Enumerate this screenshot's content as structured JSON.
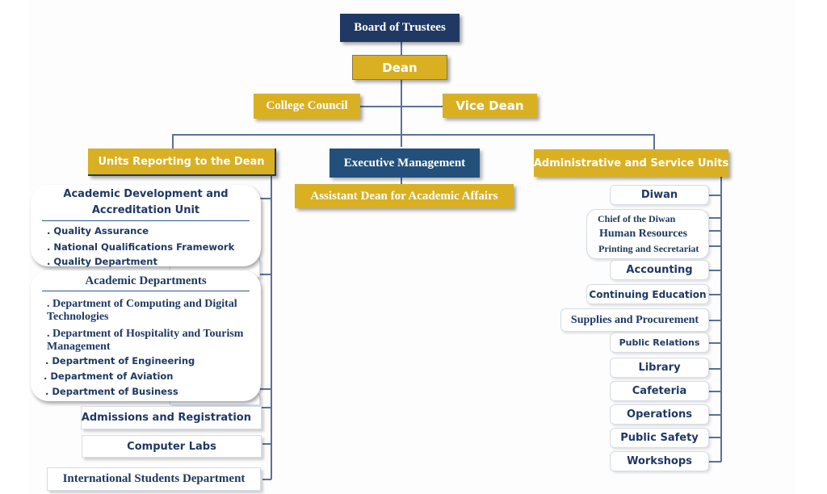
{
  "chart": {
    "top": {
      "board": "Board of Trustees",
      "dean": "Dean",
      "college_council": "College Council",
      "vice_dean": "Vice Dean"
    },
    "branches": {
      "units_reporting": "Units Reporting to the Dean",
      "executive_management": "Executive Management",
      "assistant_dean": "Assistant Dean for Academic Affairs",
      "admin_service_units": "Administrative and Service Units"
    },
    "left_column": {
      "accreditation_unit": {
        "title_line1": "Academic Development and",
        "title_line2": "Accreditation Unit",
        "items": [
          ". Quality Assurance",
          ". National Qualifications Framework",
          ". Quality Department"
        ]
      },
      "academic_departments": {
        "title": "Academic Departments",
        "items": [
          ". Department of Computing and Digital Technologies",
          ". Department of Hospitality and Tourism Management",
          ". Department of Engineering",
          ". Department of Aviation",
          ". Department of Business"
        ]
      },
      "admissions": "Admissions and Registration",
      "computer_labs": "Computer Labs",
      "international_students": "International Students Department"
    },
    "right_column": {
      "diwan": "Diwan",
      "diwan_group": [
        "Chief of the Diwan",
        "Human Resources",
        "Printing and Secretariat"
      ],
      "accounting": "Accounting",
      "continuing_education": "Continuing Education",
      "supplies": "Supplies and Procurement",
      "public_relations": "Public Relations",
      "library": "Library",
      "cafeteria": "Cafeteria",
      "operations": "Operations",
      "public_safety": "Public Safety",
      "workshops": "Workshops"
    }
  },
  "colors": {
    "navy": "#1f3864",
    "steel_blue": "#23507a",
    "gold": "#d9b022",
    "connector": "#5b7199"
  }
}
